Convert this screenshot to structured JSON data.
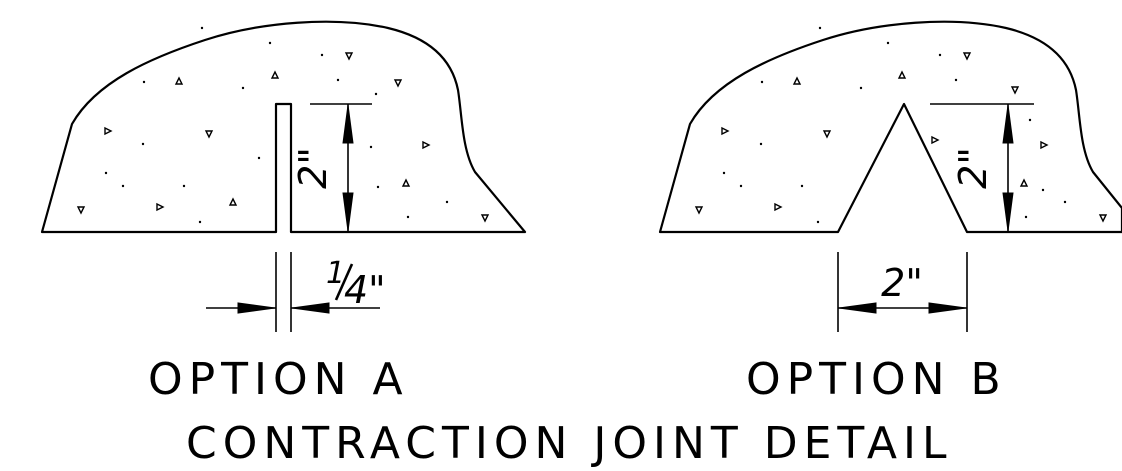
{
  "option_a": {
    "title": "OPTION A",
    "depth_label": "2\"",
    "width_label": "1/4\"",
    "width_numerator": "1",
    "width_denominator": "4\""
  },
  "option_b": {
    "title": "OPTION B",
    "depth_label": "2\"",
    "width_label": "2\""
  },
  "main_title": "CONTRACTION JOINT DETAIL"
}
